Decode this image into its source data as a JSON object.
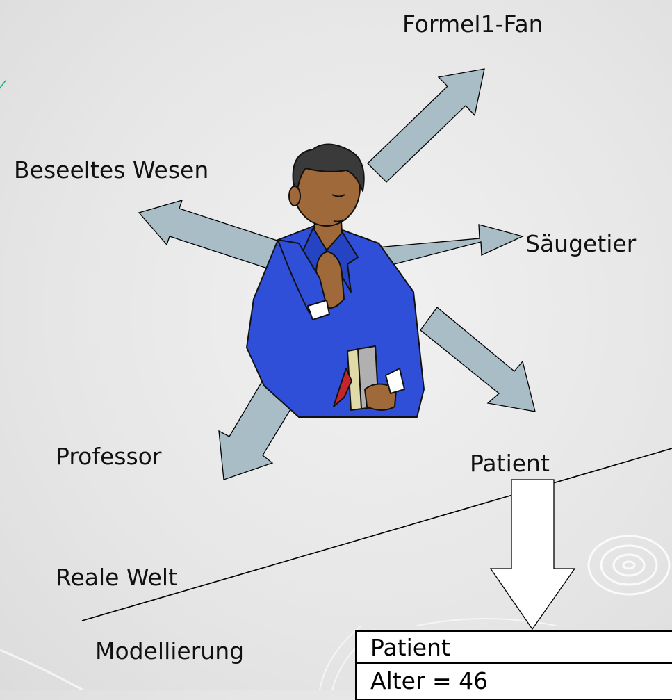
{
  "labels": {
    "formel1": "Formel1-Fan",
    "beseeltes": "Beseeltes Wesen",
    "saeugetier": "Säugetier",
    "patient": "Patient",
    "professor": "Professor",
    "reale_welt": "Reale Welt",
    "modellierung": "Modellierung"
  },
  "class_box": {
    "name": "Patient",
    "attribute": "Alter = 46"
  },
  "icons": {
    "person": "businessman-clipart",
    "arrow": "block-arrow",
    "watermark": "ripple-decoration"
  },
  "colors": {
    "arrow_fill": "#a9bdc6",
    "suit": "#2f4fd8",
    "skin": "#a0693a",
    "background": "#e8e8e8"
  }
}
